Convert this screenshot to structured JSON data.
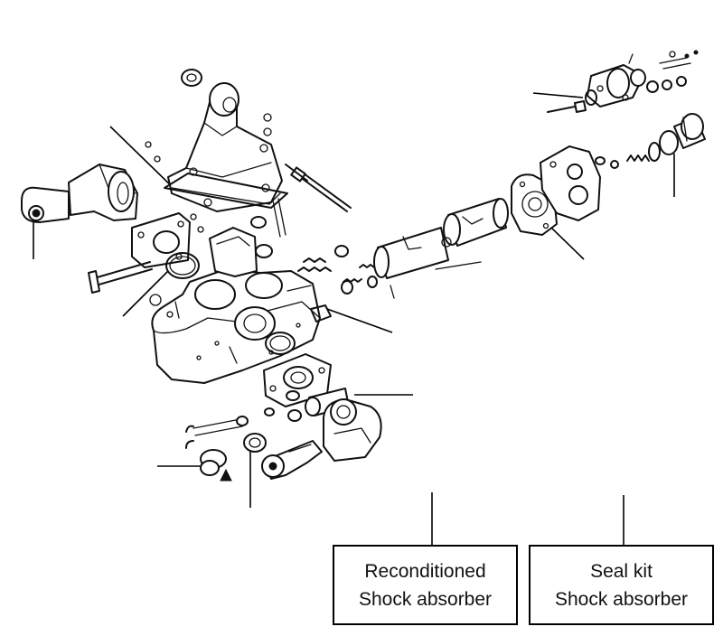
{
  "labels": {
    "reconditioned": {
      "line1": "Reconditioned",
      "line2": "Shock absorber"
    },
    "seal_kit": {
      "line1": "Seal kit",
      "line2": "Shock absorber"
    }
  },
  "colors": {
    "ink": "#111111",
    "background": "#ffffff"
  }
}
